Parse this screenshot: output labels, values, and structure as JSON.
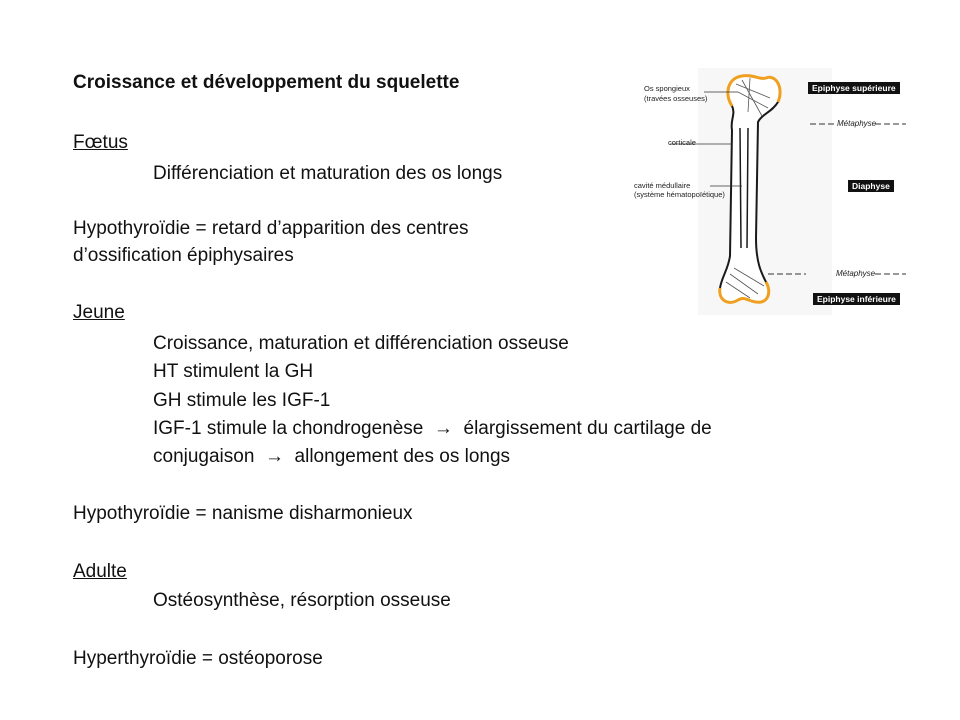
{
  "title": "Croissance et développement du squelette",
  "sections": {
    "foetus": {
      "heading": "Fœtus",
      "line1": "Différenciation et maturation des os longs"
    },
    "hypo1": {
      "line1": "Hypothyroïdie = retard d’apparition des centres",
      "line2": "d’ossification épiphysaires"
    },
    "jeune": {
      "heading": "Jeune",
      "items": [
        "Croissance, maturation et différenciation osseuse",
        "HT stimulent la GH",
        "GH stimule les IGF-1",
        "IGF-1 stimule la chondrogenèse",
        "élargissement du cartilage de",
        "conjugaison",
        "allongement des os longs"
      ]
    },
    "hypo2": {
      "line1": "Hypothyroïdie = nanisme disharmonieux"
    },
    "adulte": {
      "heading": "Adulte",
      "line1": "Ostéosynthèse, résorption osseuse"
    },
    "hyper": {
      "line1": "Hyperthyroïdie = ostéoporose"
    }
  },
  "figure": {
    "labels": {
      "spongy1": "Os spongieux",
      "spongy2": "(travées osseuses)",
      "cortical": "corticale",
      "medullary1": "cavité médullaire",
      "medullary2": "(système hématopoïétique)"
    },
    "boxes": {
      "epi_sup": "Epiphyse supérieure",
      "diaphyse": "Diaphyse",
      "epi_inf": "Epiphyse inférieure"
    },
    "metaphyse": "Métaphyse",
    "colors": {
      "cartilage": "#f0a020",
      "bone_outline": "#1a1a1a",
      "box_bg": "#111111"
    }
  }
}
